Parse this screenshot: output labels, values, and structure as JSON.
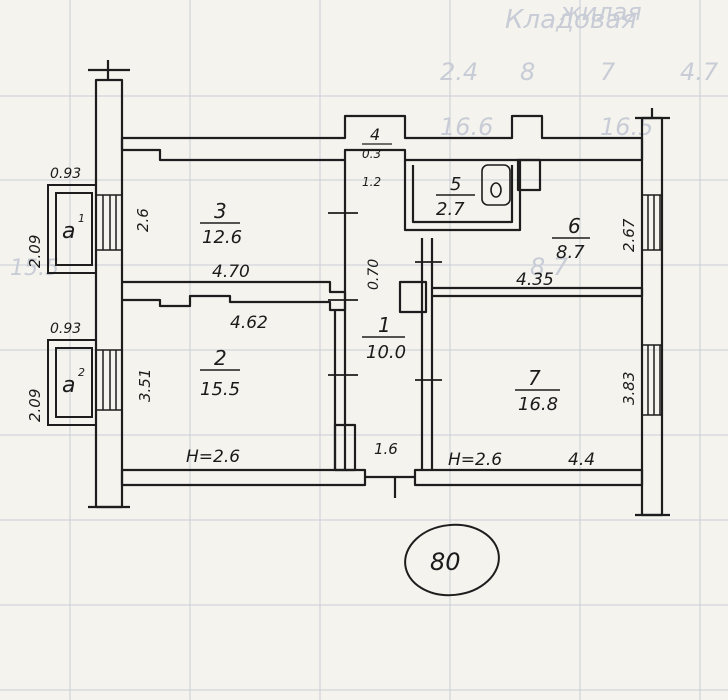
{
  "plan": {
    "outline_number": "80",
    "ghost_text": [
      "Кладовая",
      "2.4",
      "8",
      "7",
      "4.7",
      "жилая",
      "16.5",
      "16.6",
      "8.7",
      "15.5"
    ],
    "rooms": [
      {
        "id": "1",
        "area": "10.0"
      },
      {
        "id": "2",
        "area": "15.5"
      },
      {
        "id": "3",
        "area": "12.6"
      },
      {
        "id": "4",
        "area": "0.3"
      },
      {
        "id": "5",
        "area": "2.7"
      },
      {
        "id": "6",
        "area": "8.7"
      },
      {
        "id": "7",
        "area": "16.8"
      }
    ],
    "balconies": [
      {
        "id": "a",
        "sup": "1",
        "width": "0.93",
        "depth": "2.09"
      },
      {
        "id": "a",
        "sup": "2",
        "width": "0.93",
        "depth": "2.09"
      }
    ],
    "dimensions": {
      "room3_depth": "2.6",
      "room3_width": "4.70",
      "room2_width": "4.62",
      "room2_depth": "3.51",
      "corridor_width": "0.70",
      "closet_dim": "1.2",
      "hall_width": "1.6",
      "room6_width": "4.35",
      "room6_depth": "2.67",
      "room7_depth": "3.83",
      "room7_width": "4.4",
      "height_left": "H=2.6",
      "height_right": "H=2.6"
    }
  }
}
